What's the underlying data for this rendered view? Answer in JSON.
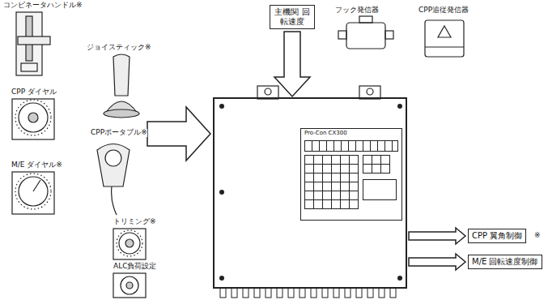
{
  "diagram": {
    "nodes": [
      {
        "text": [
          "主機関 回転速度"
        ]
      },
      {
        "text": [
          "Pro-Con CX300"
        ]
      },
      {
        "text": [
          "CPP 翼角制御"
        ]
      },
      {
        "text": [
          "M/E 回転速度制御"
        ]
      }
    ],
    "edges": [
      {
        "from": 0,
        "to": 1,
        "arrow": "to"
      },
      {
        "from": 1,
        "to": 2,
        "arrow": "to"
      },
      {
        "from": 1,
        "to": 3,
        "arrow": "to"
      }
    ],
    "labels": [
      "コンビネータハンドル※",
      "ジョイスティック※",
      "CPP ダイヤル",
      "M/E ダイヤル※",
      "CPPポータブル※",
      "トリミング※",
      "ALC負荷設定",
      "フック発信器",
      "CPP追従発信器",
      "※"
    ]
  }
}
